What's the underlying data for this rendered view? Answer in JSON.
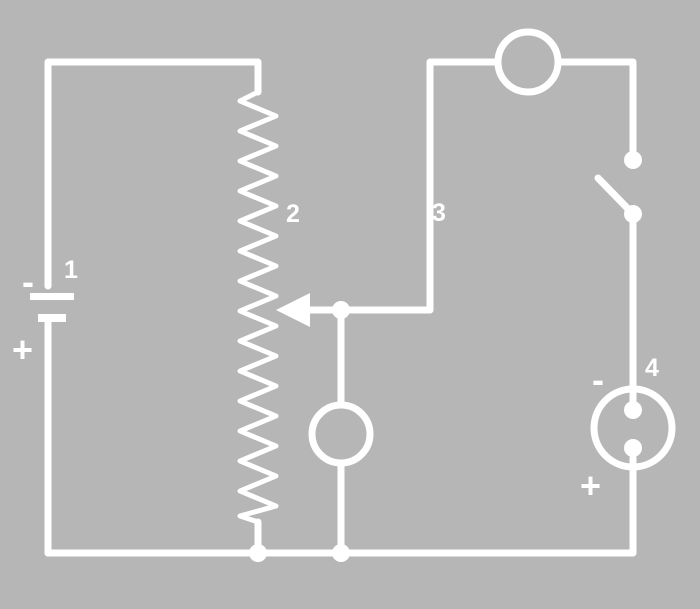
{
  "labels": {
    "battery": "1",
    "rheostat": "2",
    "wire": "3",
    "source": "4"
  },
  "polarity": {
    "battery_top": "-",
    "battery_bottom": "+",
    "source_top": "-",
    "source_bottom": "+"
  },
  "colors": {
    "background": "#b6b6b6",
    "lines": "#ffffff"
  }
}
